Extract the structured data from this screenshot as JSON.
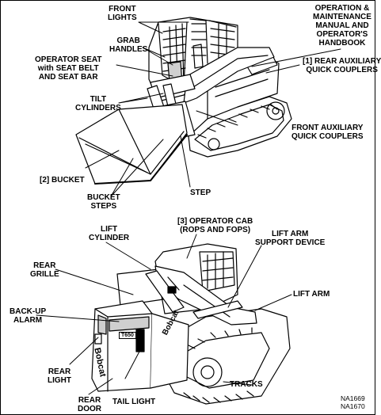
{
  "colors": {
    "ink": "#000000",
    "paper": "#ffffff",
    "shade": "#cfcfcf"
  },
  "upper": {
    "front_lights": "FRONT\nLIGHTS",
    "operation_manual": "OPERATION &\nMAINTENANCE\nMANUAL AND\nOPERATOR'S\nHANDBOOK",
    "grab_handles": "GRAB\nHANDLES",
    "operator_seat": "OPERATOR SEAT\nwith SEAT BELT\nAND SEAT BAR",
    "rear_aux": "[1] REAR AUXILIARY\nQUICK COUPLERS",
    "tilt_cylinders": "TILT\nCYLINDERS",
    "front_aux": "FRONT AUXILIARY\nQUICK COUPLERS",
    "bucket": "[2] BUCKET",
    "step": "STEP",
    "bucket_steps": "BUCKET\nSTEPS"
  },
  "lower": {
    "lift_cylinder": "LIFT\nCYLINDER",
    "operator_cab": "[3] OPERATOR CAB\n(ROPS AND FOPS)",
    "lift_arm_support": "LIFT ARM\nSUPPORT DEVICE",
    "rear_grille": "REAR\nGRILLE",
    "lift_arm": "LIFT ARM",
    "backup_alarm": "BACK-UP\nALARM",
    "rear_light": "REAR\nLIGHT",
    "rear_door": "REAR\nDOOR",
    "tail_light": "TAIL LIGHT",
    "tracks": "TRACKS"
  },
  "machine_branding": {
    "brand": "Bobcat",
    "model": "T650"
  },
  "figure_codes": [
    "NA1669",
    "NA1670"
  ]
}
